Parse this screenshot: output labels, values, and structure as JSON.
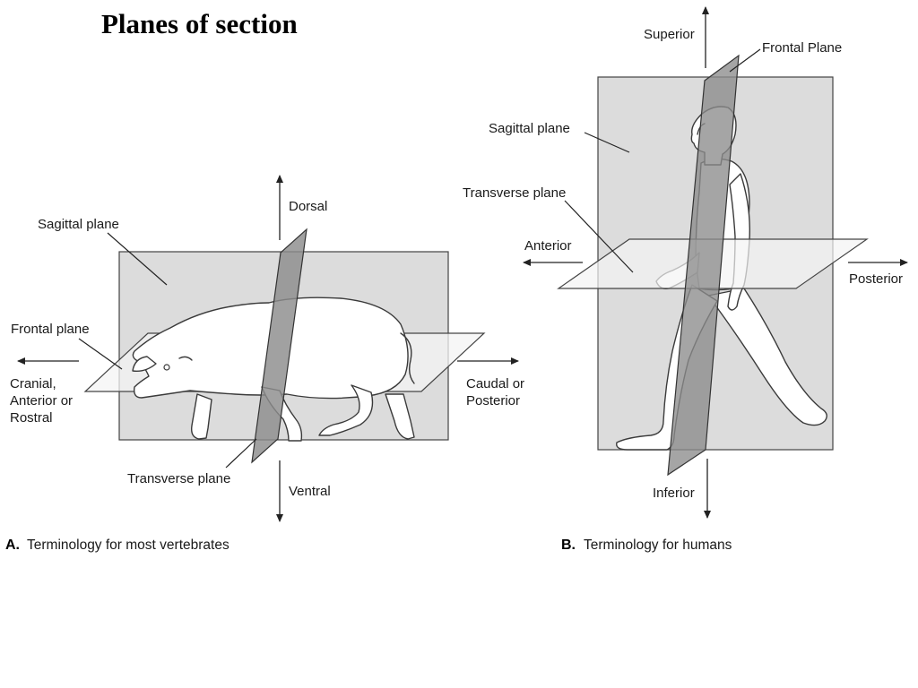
{
  "title": "Planes of section",
  "panel_a": {
    "caption_letter": "A.",
    "caption_text": "Terminology for most vertebrates",
    "labels": {
      "dorsal": "Dorsal",
      "ventral": "Ventral",
      "sagittal_plane": "Sagittal plane",
      "frontal_plane": "Frontal plane",
      "transverse_plane": "Transverse plane",
      "cranial_line1": "Cranial,",
      "cranial_line2": "Anterior or",
      "cranial_line3": "Rostral",
      "caudal_line1": "Caudal or",
      "caudal_line2": "Posterior"
    }
  },
  "panel_b": {
    "caption_letter": "B.",
    "caption_text": "Terminology for humans",
    "labels": {
      "superior": "Superior",
      "inferior": "Inferior",
      "frontal_plane": "Frontal Plane",
      "sagittal_plane": "Sagittal plane",
      "transverse_plane": "Transverse plane",
      "anterior": "Anterior",
      "posterior": "Posterior"
    }
  },
  "colors": {
    "plane_light": "#dcdcdc",
    "plane_dark": "#8c8c8c",
    "plane_white": "#f4f4f4",
    "line": "#222222"
  },
  "icons": {
    "arrow": "arrowhead",
    "animal": "pig-outline",
    "human": "walking-human-outline"
  }
}
